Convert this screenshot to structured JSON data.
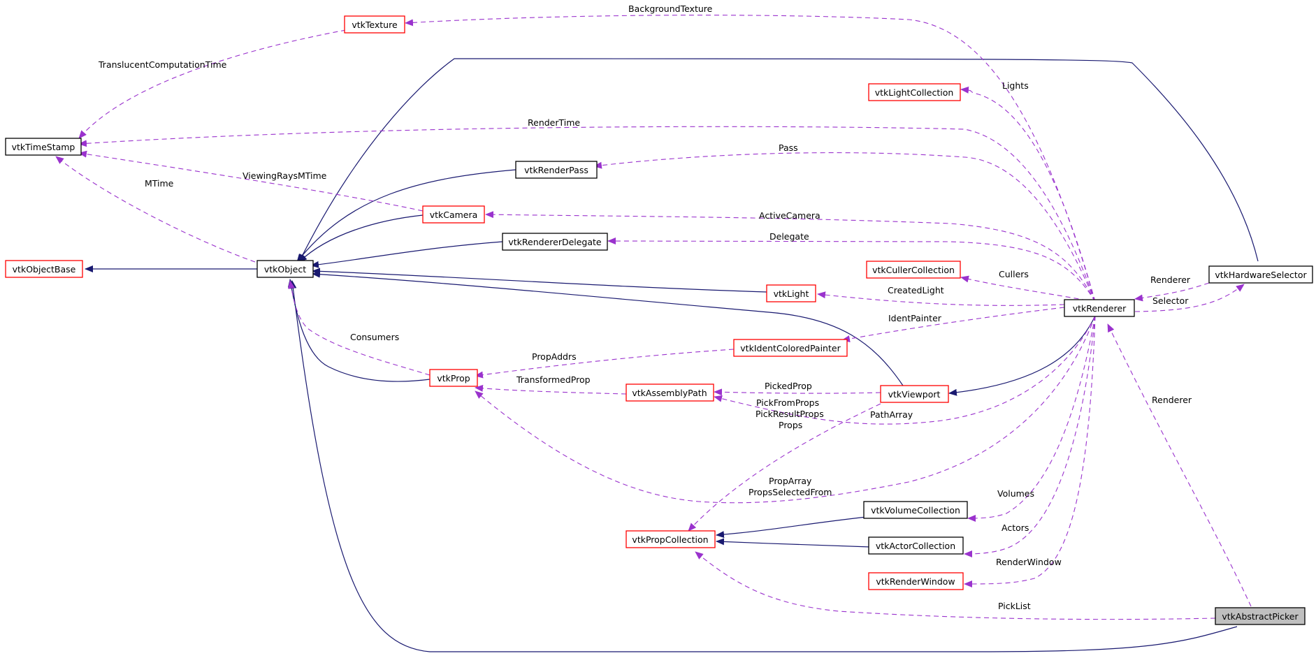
{
  "colors": {
    "inheritance_edge": "#191970",
    "usage_edge": "#9a32cd",
    "documented_border": "#ff0000",
    "plain_border": "#000000",
    "focus_fill": "#bfbfbf"
  },
  "nodes": {
    "vtkTexture": "vtkTexture",
    "vtkTimeStamp": "vtkTimeStamp",
    "vtkObjectBase": "vtkObjectBase",
    "vtkObject": "vtkObject",
    "vtkRenderPass": "vtkRenderPass",
    "vtkCamera": "vtkCamera",
    "vtkRendererDelegate": "vtkRendererDelegate",
    "vtkLightCollection": "vtkLightCollection",
    "vtkCullerCollection": "vtkCullerCollection",
    "vtkLight": "vtkLight",
    "vtkIdentColoredPainter": "vtkIdentColoredPainter",
    "vtkProp": "vtkProp",
    "vtkAssemblyPath": "vtkAssemblyPath",
    "vtkViewport": "vtkViewport",
    "vtkRenderer": "vtkRenderer",
    "vtkHardwareSelector": "vtkHardwareSelector",
    "vtkVolumeCollection": "vtkVolumeCollection",
    "vtkActorCollection": "vtkActorCollection",
    "vtkPropCollection": "vtkPropCollection",
    "vtkRenderWindow": "vtkRenderWindow",
    "vtkAbstractPicker": "vtkAbstractPicker"
  },
  "edge_labels": {
    "background_texture": "BackgroundTexture",
    "translucent_computation_time": "TranslucentComputationTime",
    "lights": "Lights",
    "render_time": "RenderTime",
    "pass": "Pass",
    "viewing_rays_mtime": "ViewingRaysMTime",
    "mtime": "MTime",
    "active_camera": "ActiveCamera",
    "delegate": "Delegate",
    "renderer_hw": "Renderer",
    "cullers": "Cullers",
    "created_light": "CreatedLight",
    "selector": "Selector",
    "ident_painter": "IdentPainter",
    "consumers": "Consumers",
    "prop_addrs": "PropAddrs",
    "transformed_prop": "TransformedProp",
    "picked_prop": "PickedProp",
    "pick_from_props": "PickFromProps",
    "pick_result_props": "PickResultProps",
    "props": "Props",
    "path_array": "PathArray",
    "renderer_picker": "Renderer",
    "prop_array": "PropArray",
    "props_selected_from": "PropsSelectedFrom",
    "volumes": "Volumes",
    "actors": "Actors",
    "render_window": "RenderWindow",
    "pick_list": "PickList"
  }
}
